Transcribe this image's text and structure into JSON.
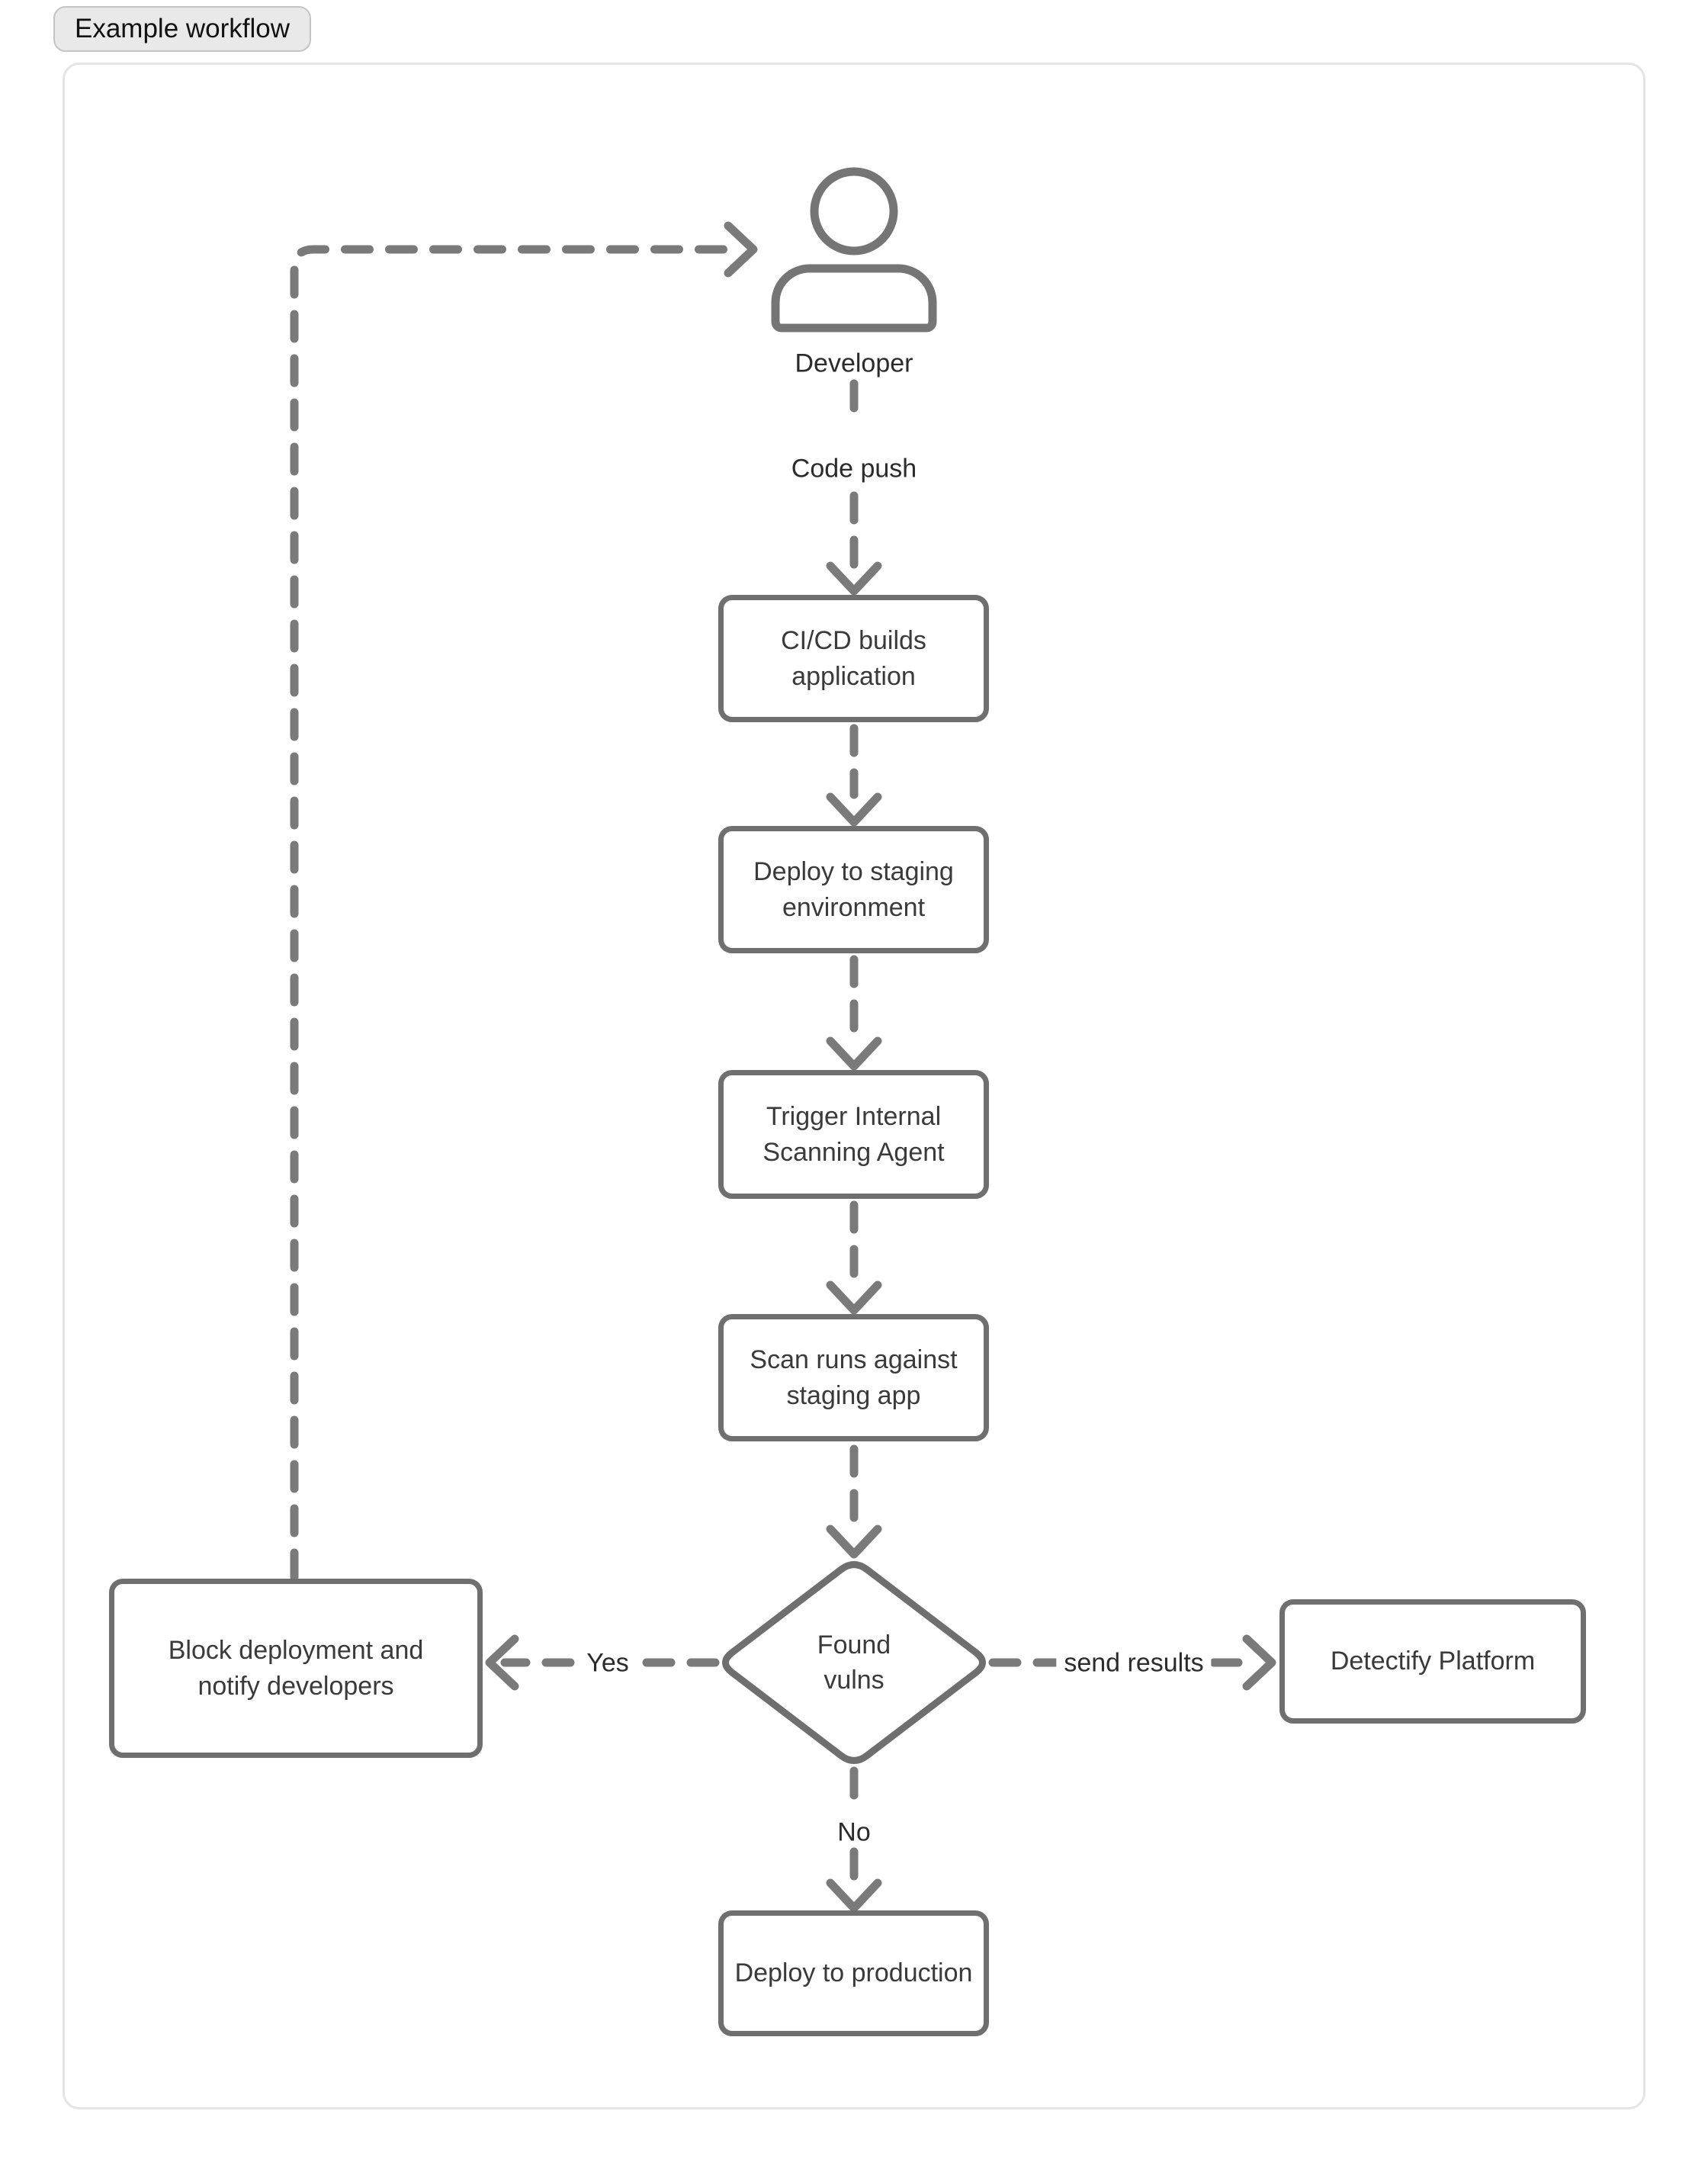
{
  "badge": {
    "label": "Example workflow"
  },
  "actor": {
    "label": "Developer"
  },
  "edge_labels": {
    "code_push": "Code push",
    "yes": "Yes",
    "no": "No",
    "send_results": "send results"
  },
  "nodes": {
    "build": {
      "lines": [
        "CI/CD builds",
        "application"
      ]
    },
    "staging": {
      "lines": [
        "Deploy to staging",
        "environment"
      ]
    },
    "trigger": {
      "lines": [
        "Trigger Internal",
        "Scanning Agent"
      ]
    },
    "scan": {
      "lines": [
        "Scan runs against",
        "staging app"
      ]
    },
    "decision": {
      "lines": [
        "Found",
        "vulns"
      ]
    },
    "block": {
      "lines": [
        "Block deployment and",
        "notify developers"
      ]
    },
    "detectify": {
      "lines": [
        "Detectify Platform"
      ]
    },
    "production": {
      "lines": [
        "Deploy to production"
      ]
    }
  },
  "colors": {
    "shape_stroke": "#6f6f6f",
    "connector_stroke": "#7a7a7a",
    "node_text": "#3a3a3a",
    "label_text": "#2b2b2b",
    "container_border": "#e4e4e4",
    "badge_background": "#e9e9e9",
    "badge_border": "#c4c4c4",
    "page_background": "#ffffff"
  }
}
